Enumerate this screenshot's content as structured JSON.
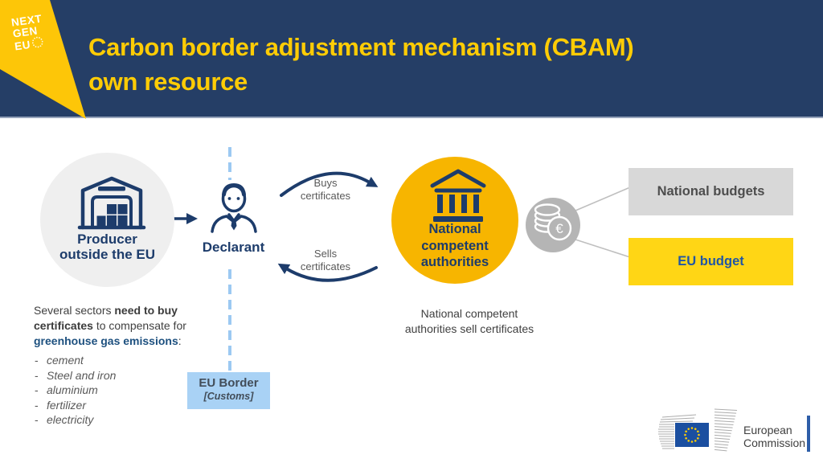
{
  "header": {
    "nextgen_logo": {
      "line1": "NEXT",
      "line2": "GEN",
      "line3": "EU"
    },
    "title_line1": "Carbon border adjustment mechanism (CBAM)",
    "title_line2": "own resource"
  },
  "flow": {
    "producer_label_line1": "Producer",
    "producer_label_line2": "outside the EU",
    "declarant_label": "Declarant",
    "buys_label_line1": "Buys",
    "buys_label_line2": "certificates",
    "sells_label_line1": "Sells",
    "sells_label_line2": "certificates",
    "authority_label_line1": "National",
    "authority_label_line2": "competent",
    "authority_label_line3": "authorities",
    "euro_symbol": "€",
    "national_budgets_label": "National budgets",
    "eu_budget_label": "EU budget",
    "authority_note_line1": "National competent",
    "authority_note_line2": "authorities sell certificates",
    "eu_border_title": "EU Border",
    "eu_border_subtitle": "[Customs]"
  },
  "sectors": {
    "intro_regular1": "Several sectors ",
    "intro_bold1": "need to buy certificates",
    "intro_regular2": " to compensate for ",
    "intro_bold2": "greenhouse gas emissions",
    "intro_colon": ":",
    "items": [
      "cement",
      "Steel and iron",
      "aluminium",
      "fertilizer",
      "electricity"
    ]
  },
  "footer": {
    "ec_logo_line1": "European",
    "ec_logo_line2": "Commission"
  },
  "colors": {
    "header_bg": "#253E66",
    "title_yellow": "#FFCC05",
    "pennant_yellow": "#FDC608",
    "icon_navy": "#1D3C6B",
    "producer_circle_gray": "#EFEFEF",
    "authority_circle_yellow": "#F7B500",
    "coins_gray": "#B5B5B5",
    "national_budgets_gray": "#D8D8D8",
    "eu_budget_yellow": "#FFD615",
    "eu_budget_text_blue": "#2156A5",
    "border_dash_blue": "#9CC9F2",
    "eu_border_box_blue": "#A9D2F5",
    "body_text_gray": "#404040",
    "greenhouse_navy": "#1D507F",
    "eu_flag_blue": "#1B4FA0"
  }
}
